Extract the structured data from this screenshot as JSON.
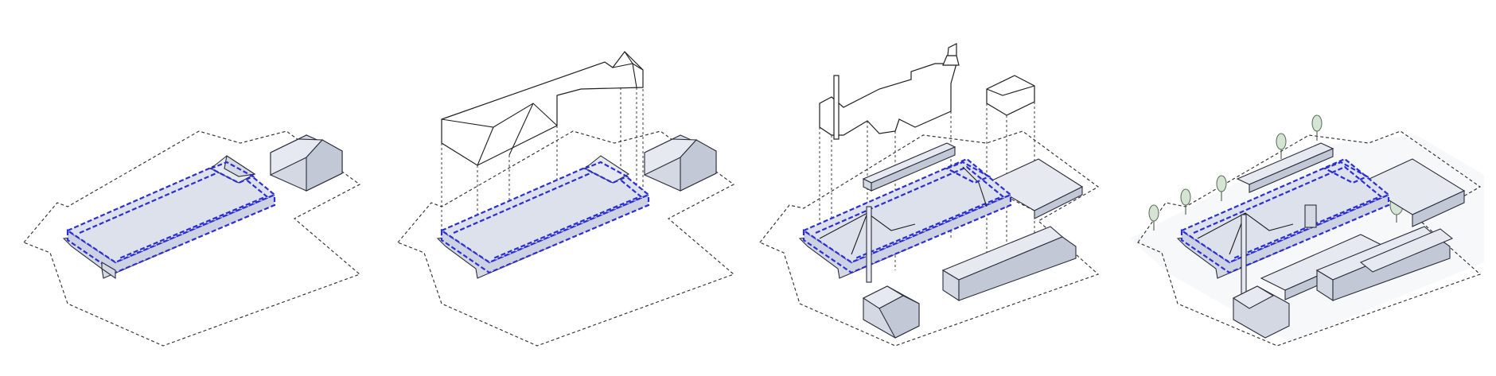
{
  "diagram": {
    "panels": [
      {
        "id": "stage-1"
      },
      {
        "id": "stage-2"
      },
      {
        "id": "stage-3"
      },
      {
        "id": "stage-4"
      }
    ],
    "colors": {
      "highlight": "#2b2fd1",
      "building_top": "#e6e9f0",
      "building_side": "#d3d8e3",
      "tree": "#d6e4d4"
    }
  }
}
